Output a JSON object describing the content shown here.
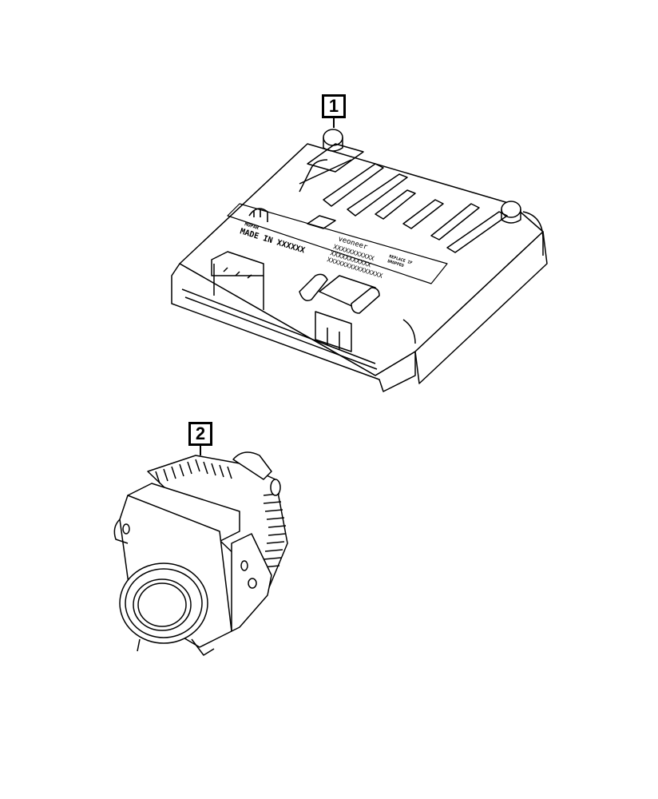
{
  "diagram": {
    "type": "exploded parts illustration",
    "background": "#ffffff",
    "line_color": "#000000",
    "parts": [
      {
        "callout": "1",
        "name": "control module",
        "label_text": {
          "brand_logo": "MOPAR",
          "made_in": "MADE IN XXXXXX",
          "manufacturer": "veoneer",
          "serial_lines": [
            "XXXXXXXXXXX",
            "XXXXXXXXXXX",
            "XXXXXXXXXXXXXXX"
          ],
          "warning": [
            "REPLACE IF",
            "DROPPED"
          ]
        }
      },
      {
        "callout": "2",
        "name": "camera"
      }
    ]
  }
}
